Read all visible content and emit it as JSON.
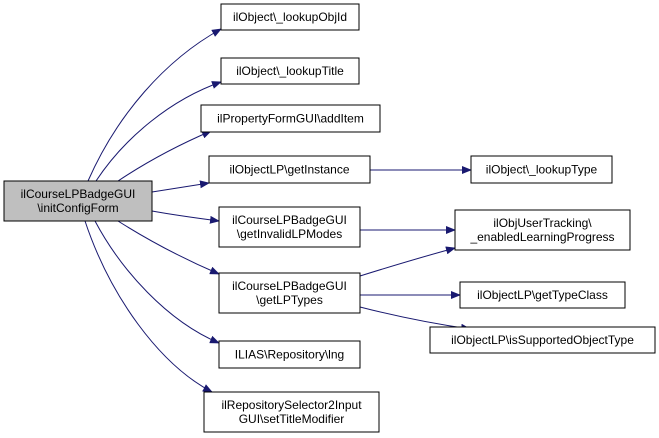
{
  "colors": {
    "edge": "#191970",
    "node_border": "#000000",
    "node_fill": "#ffffff",
    "root_fill": "#bfbfbf"
  },
  "nodes": [
    {
      "id": "root",
      "lines": [
        "ilCourseLPBadgeGUI",
        "\\initConfigForm"
      ],
      "root": true
    },
    {
      "id": "lookupObjId",
      "lines": [
        "ilObject\\_lookupObjId"
      ]
    },
    {
      "id": "lookupTitle",
      "lines": [
        "ilObject\\_lookupTitle"
      ]
    },
    {
      "id": "addItem",
      "lines": [
        "ilPropertyFormGUI\\addItem"
      ]
    },
    {
      "id": "getInstance",
      "lines": [
        "ilObjectLP\\getInstance"
      ]
    },
    {
      "id": "lookupType",
      "lines": [
        "ilObject\\_lookupType"
      ]
    },
    {
      "id": "getInvalidLPModes",
      "lines": [
        "ilCourseLPBadgeGUI",
        "\\getInvalidLPModes"
      ]
    },
    {
      "id": "enabledLP",
      "lines": [
        "ilObjUserTracking\\",
        "_enabledLearningProgress"
      ]
    },
    {
      "id": "getLPTypes",
      "lines": [
        "ilCourseLPBadgeGUI",
        "\\getLPTypes"
      ]
    },
    {
      "id": "getTypeClass",
      "lines": [
        "ilObjectLP\\getTypeClass"
      ]
    },
    {
      "id": "isSupported",
      "lines": [
        "ilObjectLP\\isSupportedObjectType"
      ]
    },
    {
      "id": "lng",
      "lines": [
        "ILIAS\\Repository\\lng"
      ]
    },
    {
      "id": "setTitleModifier",
      "lines": [
        "ilRepositorySelector2Input",
        "GUI\\setTitleModifier"
      ]
    }
  ],
  "edges": [
    {
      "from": "root",
      "to": "lookupObjId"
    },
    {
      "from": "root",
      "to": "lookupTitle"
    },
    {
      "from": "root",
      "to": "addItem"
    },
    {
      "from": "root",
      "to": "getInstance"
    },
    {
      "from": "root",
      "to": "getInvalidLPModes"
    },
    {
      "from": "root",
      "to": "getLPTypes"
    },
    {
      "from": "root",
      "to": "lng"
    },
    {
      "from": "root",
      "to": "setTitleModifier"
    },
    {
      "from": "getInstance",
      "to": "lookupType"
    },
    {
      "from": "getInvalidLPModes",
      "to": "enabledLP"
    },
    {
      "from": "getLPTypes",
      "to": "enabledLP"
    },
    {
      "from": "getLPTypes",
      "to": "getTypeClass"
    },
    {
      "from": "getLPTypes",
      "to": "isSupported"
    }
  ]
}
